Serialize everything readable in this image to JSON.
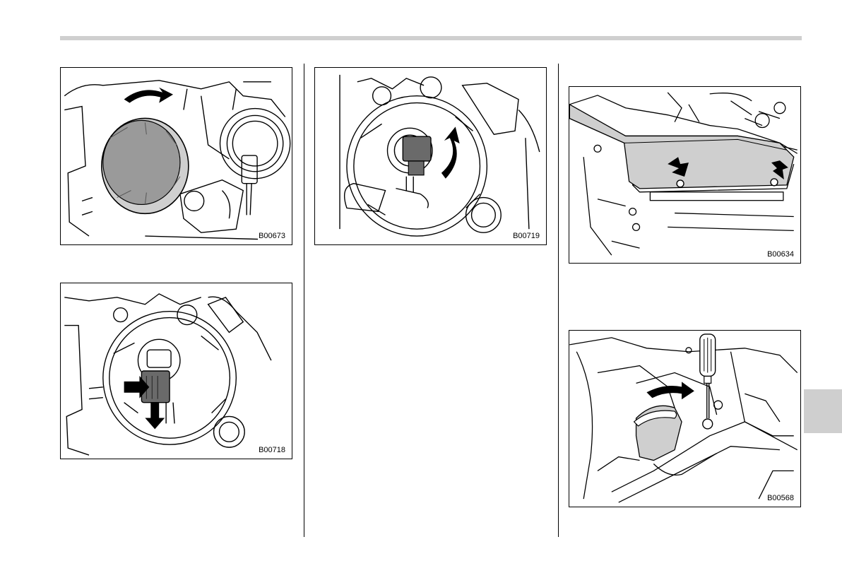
{
  "figures": [
    {
      "id": "fig-1",
      "label": "B00673"
    },
    {
      "id": "fig-2",
      "label": "B00718"
    },
    {
      "id": "fig-3",
      "label": "B00719"
    },
    {
      "id": "fig-4",
      "label": "B00634"
    },
    {
      "id": "fig-5",
      "label": "B00568"
    }
  ],
  "colors": {
    "tab": "#cfcfcf",
    "rule": "#cfcfcf",
    "cover": "#9a9a9a",
    "connector": "#6a6a6a",
    "arrow": "#000000"
  }
}
